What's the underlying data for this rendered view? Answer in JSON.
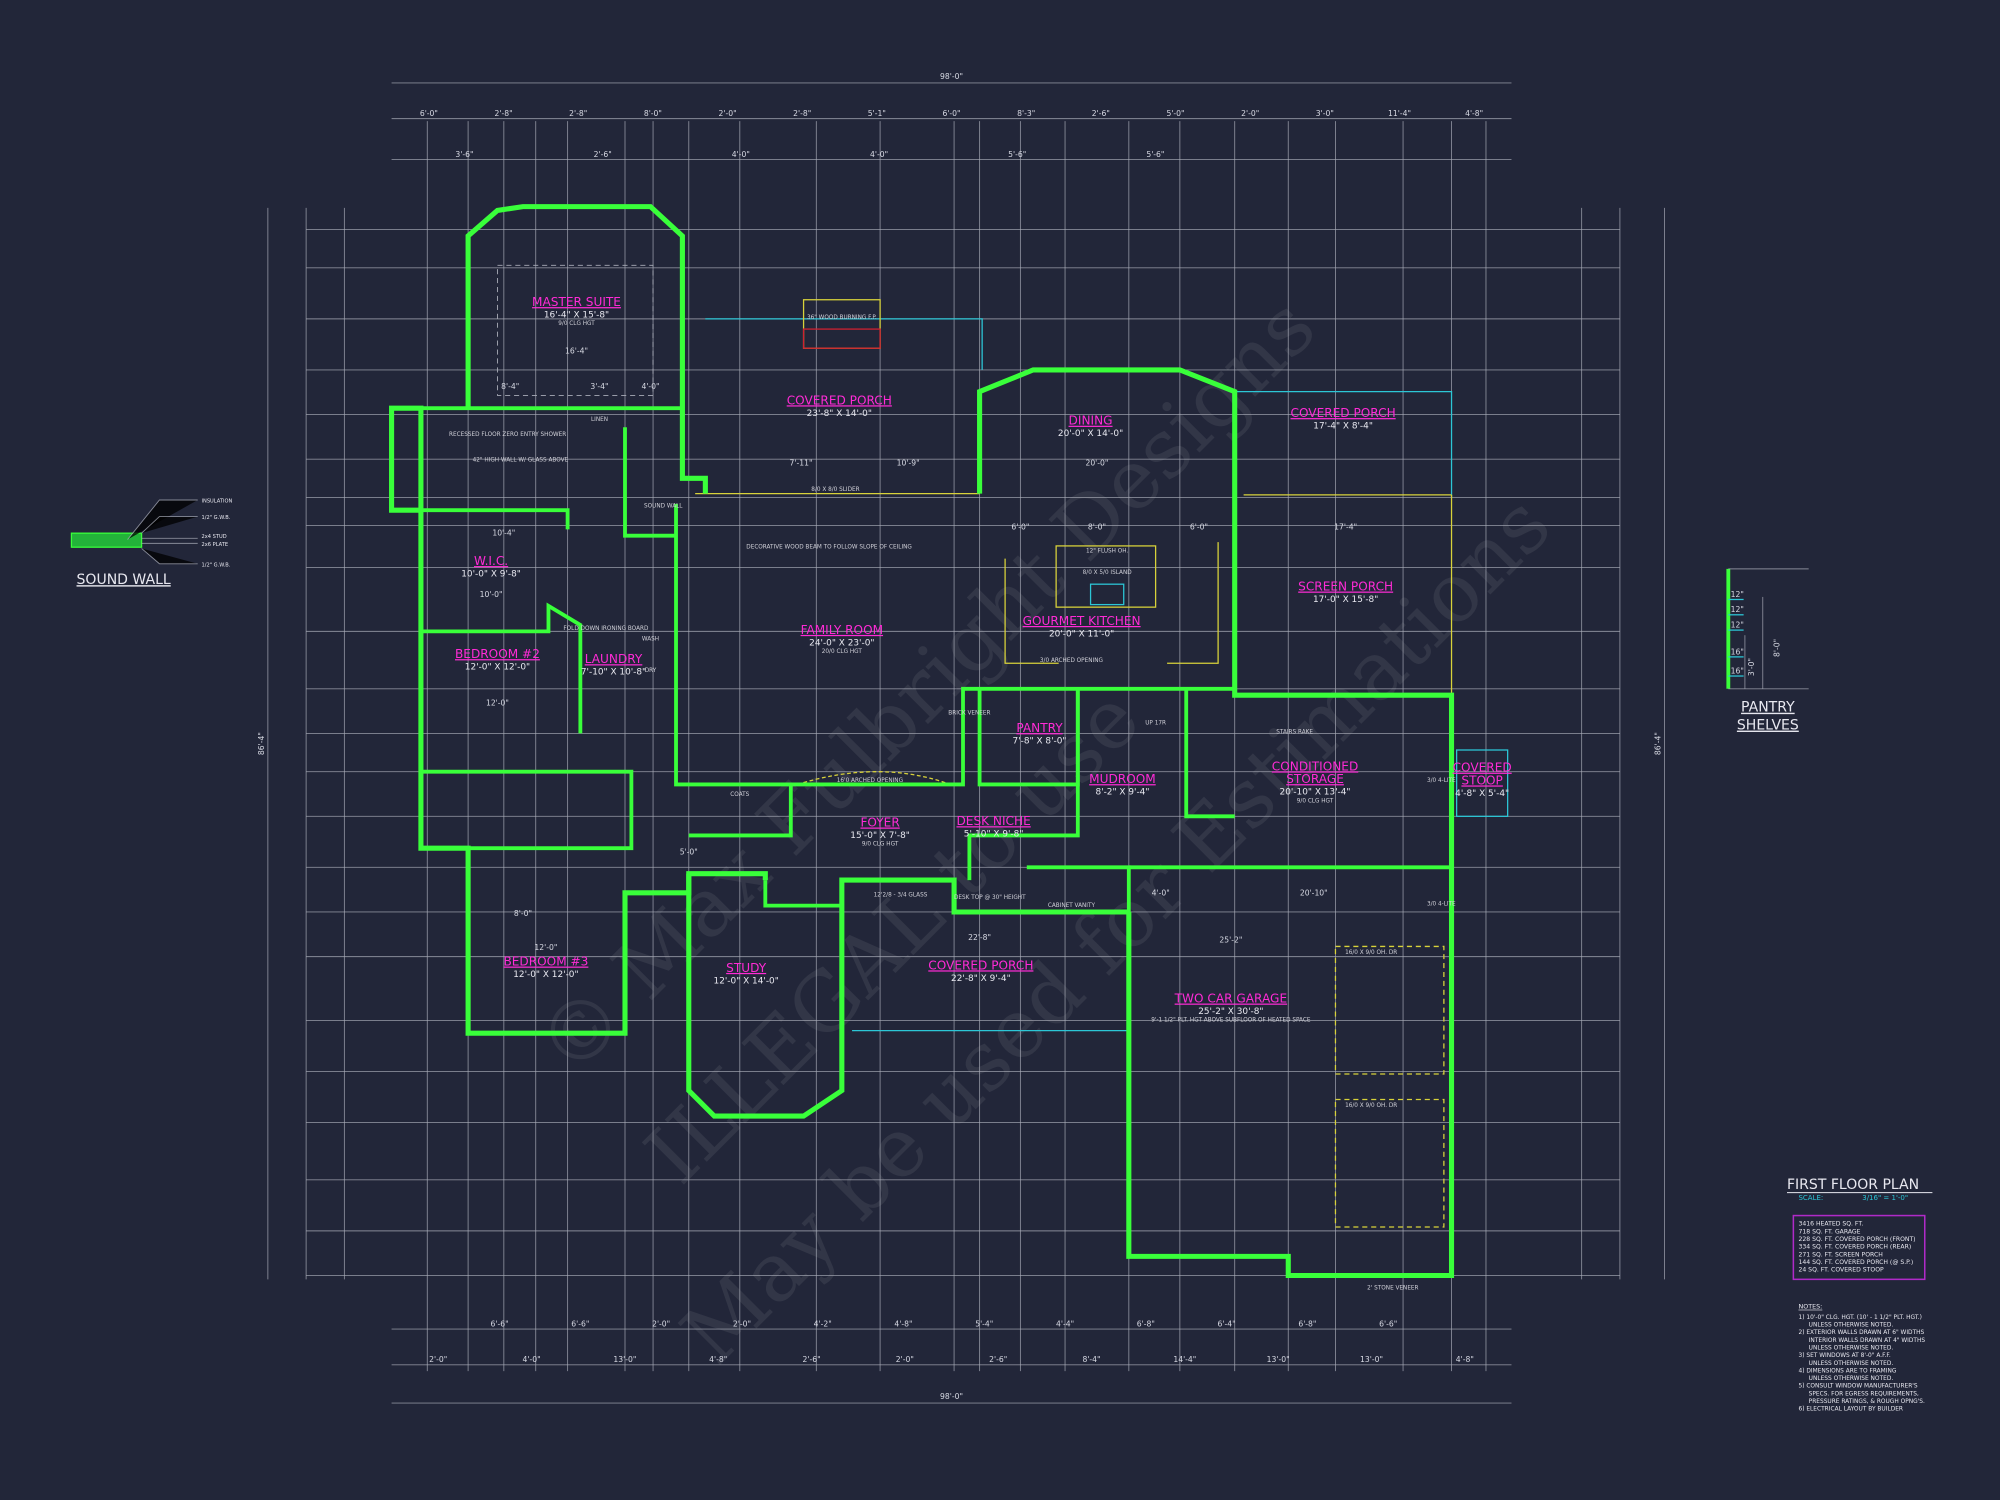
{
  "title": {
    "plan_name": "FIRST FLOOR PLAN",
    "scale_label": "SCALE:",
    "scale_value": "3/16\" = 1'-0\""
  },
  "areas": [
    "3416 HEATED SQ. FT.",
    "718 SQ. FT. GARAGE",
    "228 SQ. FT. COVERED PORCH (FRONT)",
    "334 SQ. FT. COVERED PORCH (REAR)",
    "271 SQ. FT. SCREEN PORCH",
    "144 SQ. FT. COVERED PORCH (@ S.P.)",
    "24 SQ. FT. COVERED STOOP"
  ],
  "notes": {
    "heading": "NOTES:",
    "lines": [
      "1) 10'-0\" CLG. HGT. (10' - 1 1/2\" PLT. HGT.)",
      "UNLESS OTHERWISE NOTED.",
      "2) EXTERIOR WALLS DRAWN AT 6\" WIDTHS",
      "INTERIOR WALLS DRAWN AT 4\" WIDTHS",
      "UNLESS OTHERWISE NOTED.",
      "3) SET WINDOWS AT 8'-0\" A.F.F.",
      "UNLESS OTHERWISE NOTED.",
      "4) DIMENSIONS ARE TO FRAMING",
      "UNLESS OTHERWISE NOTED.",
      "5) CONSULT WINDOW MANUFACTURER'S",
      "SPECS. FOR EGRESS REQUIREMENTS,",
      "PRESSURE RATINGS, & ROUGH OPNG'S.",
      "6) ELECTRICAL LAYOUT BY BUILDER"
    ]
  },
  "sound_wall": {
    "title": "SOUND WALL",
    "callouts": [
      "INSULATION",
      "1/2\" G.W.B.",
      "2x4 STUD",
      "2x6 PLATE",
      "1/2\" G.W.B."
    ]
  },
  "pantry_shelves": {
    "title_line1": "PANTRY",
    "title_line2": "SHELVES",
    "shelf_spacings": [
      "12\"",
      "12\"",
      "12\"",
      "16\"",
      "16\""
    ],
    "dims": [
      "8'-0\"",
      "3'-0\""
    ]
  },
  "rooms": [
    {
      "name": "MASTER SUITE",
      "size": "16'-4\" X 15'-8\"",
      "note": "9/0 CLG HGT"
    },
    {
      "name": "COVERED PORCH",
      "size": "23'-8\" X 14'-0\"",
      "note": ""
    },
    {
      "name": "DINING",
      "size": "20'-0\" X 14'-0\"",
      "note": ""
    },
    {
      "name": "COVERED PORCH",
      "size": "17'-4\" X 8'-4\"",
      "note": ""
    },
    {
      "name": "SCREEN PORCH",
      "size": "17'-0\" X 15'-8\"",
      "note": ""
    },
    {
      "name": "W.I.C.",
      "size": "10'-0\" X 9'-8\"",
      "note": ""
    },
    {
      "name": "GOURMET KITCHEN",
      "size": "20'-0\" X 11'-0\"",
      "note": ""
    },
    {
      "name": "FAMILY ROOM",
      "size": "24'-0\" X 23'-0\"",
      "note": "20/0 CLG HGT"
    },
    {
      "name": "BEDROOM #2",
      "size": "12'-0\" X 12'-0\"",
      "note": ""
    },
    {
      "name": "LAUNDRY",
      "size": "7'-10\" X 10'-8\"",
      "note": ""
    },
    {
      "name": "PANTRY",
      "size": "7'-8\" X 8'-0\"",
      "note": ""
    },
    {
      "name": "CONDITIONED STORAGE",
      "size": "20'-10\" X 13'-4\"",
      "note": "9/0 CLG HGT"
    },
    {
      "name": "COVERED STOOP",
      "size": "4'-8\" X 5'-4\"",
      "note": ""
    },
    {
      "name": "MUDROOM",
      "size": "8'-2\" X 9'-4\"",
      "note": ""
    },
    {
      "name": "FOYER",
      "size": "15'-0\" X 7'-8\"",
      "note": "9/0 CLG HGT"
    },
    {
      "name": "DESK NICHE",
      "size": "5'-10\" X 9'-8\"",
      "note": ""
    },
    {
      "name": "BEDROOM #3",
      "size": "12'-0\" X 12'-0\"",
      "note": ""
    },
    {
      "name": "STUDY",
      "size": "12'-0\" X 14'-0\"",
      "note": ""
    },
    {
      "name": "COVERED PORCH",
      "size": "22'-8\" X 9'-4\"",
      "note": ""
    },
    {
      "name": "TWO CAR GARAGE",
      "size": "25'-2\" X 30'-8\"",
      "note": "9'-1 1/2\" PLT. HGT ABOVE SUBFLOOR OF HEATED SPACE"
    }
  ],
  "annotations": [
    "36\" WOOD BURNING F.P.",
    "8/0 X 8/0 SLIDER",
    "DECORATIVE WOOD BEAM TO FOLLOW SLOPE OF CEILING",
    "8/0 X 5/0 ISLAND",
    "12\" FLUSH OH.",
    "RECESSED FLOOR ZERO ENTRY SHOWER",
    "42\" HIGH WALL W/ GLASS ABOVE",
    "FOLD DOWN IRONING BOARD",
    "WASH",
    "DRY",
    "SOUND WALL",
    "LINEN",
    "COATS",
    "16'0 ARCHED OPENING",
    "12'2/8 - 3/4 GLASS",
    "DESK TOP @ 30\" HEIGHT",
    "CABINET VANITY",
    "16/0 X 9/0 OH. DR",
    "16/0 X 9/0 OH. DR",
    "3/0 4-LITE",
    "3/0 4-LITE",
    "3/0 ARCHED OPENING",
    "UP 17R",
    "STAIRS RAKE",
    "2' STONE VENEER",
    "BRICK VENEER"
  ],
  "dimensions": {
    "overall_top": "98'-0\"",
    "overall_bottom": "98'-0\"",
    "overall_left": "86'-4\"",
    "overall_right": "86'-4\"",
    "top_row": [
      "6'-0\"",
      "2'-8\"",
      "2'-8\"",
      "8'-0\"",
      "2'-0\"",
      "2'-8\"",
      "5'-1\"",
      "6'-0\"",
      "8'-3\"",
      "2'-6\"",
      "5'-0\"",
      "2'-0\"",
      "3'-0\"",
      "11'-4\"",
      "4'-8\""
    ],
    "top_row2": [
      "3'-6\"",
      "2'-6\"",
      "4'-0\"",
      "4'-0\"",
      "5'-6\"",
      "5'-6\""
    ],
    "bottom_row": [
      "6'-6\"",
      "6'-6\"",
      "2'-0\"",
      "2'-0\"",
      "4'-2\"",
      "4'-8\"",
      "5'-4\"",
      "4'-4\"",
      "6'-8\"",
      "6'-4\"",
      "6'-8\"",
      "6'-6\""
    ],
    "bottom_row2": [
      "2'-0\"",
      "4'-0\"",
      "13'-0\"",
      "4'-8\"",
      "2'-6\"",
      "2'-0\"",
      "2'-6\"",
      "8'-4\"",
      "14'-4\"",
      "13'-0\"",
      "13'-0\"",
      "4'-8\""
    ],
    "interior": [
      "16'-4\"",
      "8'-4\"",
      "3'-4\"",
      "4'-0\"",
      "10'-4\"",
      "10'-0\"",
      "20'-0\"",
      "6'-0\"",
      "8'-0\"",
      "6'-0\"",
      "17'-4\"",
      "12'-0\"",
      "12'-0\"",
      "5'-0\"",
      "8'-0\"",
      "22'-8\"",
      "20'-10\"",
      "25'-2\"",
      "4'-0\"",
      "7'-11\"",
      "10'-9\""
    ]
  },
  "watermark": [
    "© Max Fulbright Designs",
    "ILLEGAL to use",
    "May be used for Estimations"
  ],
  "colors": {
    "background": "#222639",
    "walls": "#39ff3a",
    "room_labels": "#ff2bd6",
    "fixtures": "#2cc6d6",
    "doors_windows": "#d8d23a",
    "area_box": "#b02ac8"
  }
}
